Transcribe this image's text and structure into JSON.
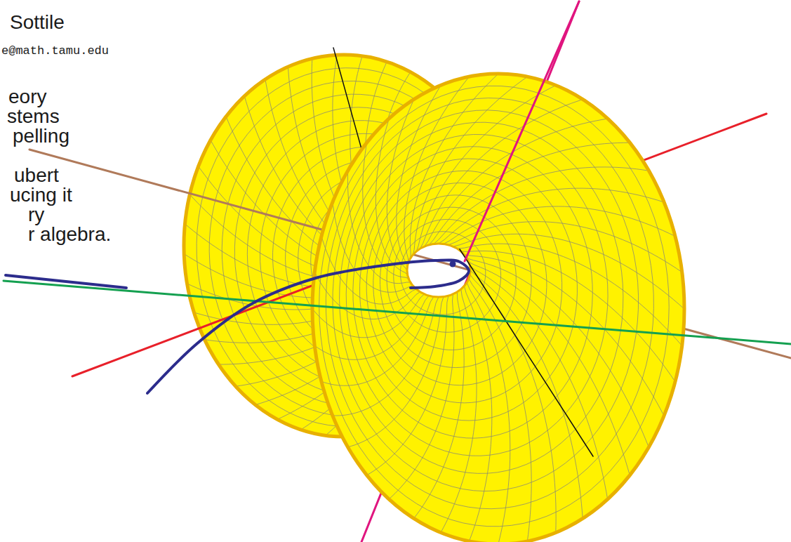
{
  "diagram": {
    "labels": [
      "Sottile",
      "e@math.tamu.edu",
      "eory",
      "stems",
      "pelling",
      "ubert",
      "ucing it",
      "ry",
      "r algebra."
    ]
  }
}
